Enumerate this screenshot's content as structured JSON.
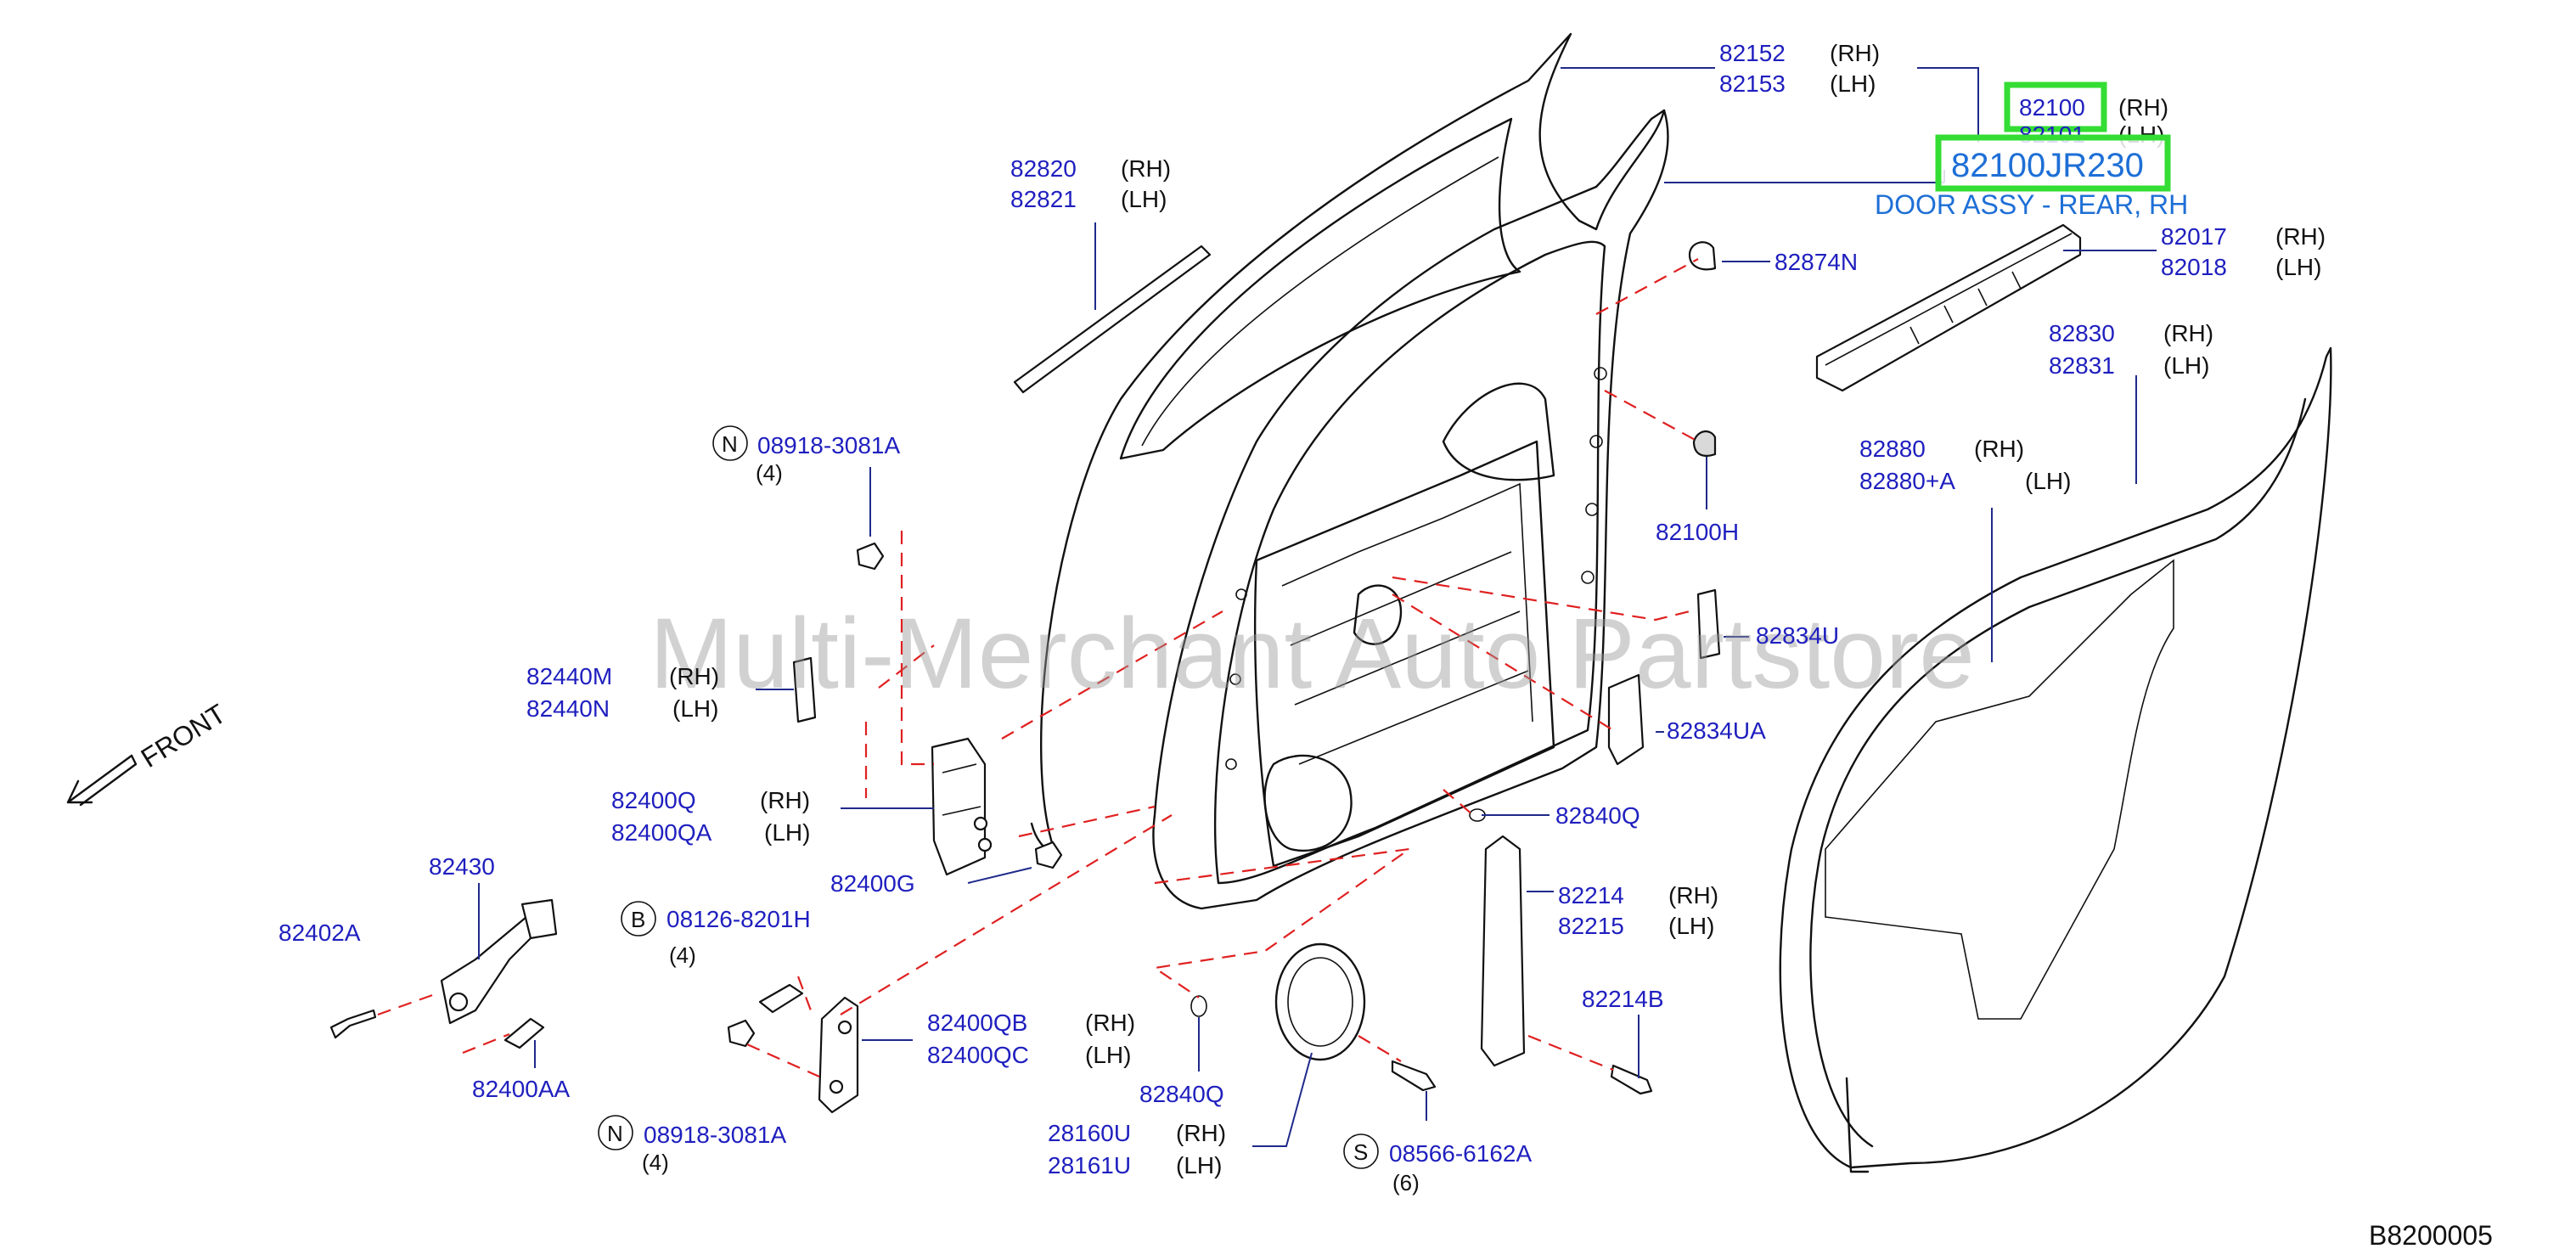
{
  "highlight": {
    "part_number": "82100JR230",
    "description": "DOOR ASSY - REAR, RH",
    "box_color": "#33dd33",
    "text_color": "#1e6fd6"
  },
  "diagram_code": "B8200005",
  "front_label": "FRONT",
  "watermark": "Multi-Merchant Auto Partstore",
  "callouts": [
    {
      "id": "82152",
      "parts": [
        "82152",
        "82153"
      ],
      "sides": [
        "(RH)",
        "(LH)"
      ]
    },
    {
      "id": "82100",
      "parts": [
        "82100",
        "82101"
      ],
      "sides": [
        "(RH)",
        "(LH)"
      ]
    },
    {
      "id": "82820",
      "parts": [
        "82820",
        "82821"
      ],
      "sides": [
        "(RH)",
        "(LH)"
      ]
    },
    {
      "id": "82874N",
      "parts": [
        "82874N"
      ],
      "sides": []
    },
    {
      "id": "82017",
      "parts": [
        "82017",
        "82018"
      ],
      "sides": [
        "(RH)",
        "(LH)"
      ]
    },
    {
      "id": "82830",
      "parts": [
        "82830",
        "82831"
      ],
      "sides": [
        "(RH)",
        "(LH)"
      ]
    },
    {
      "id": "82880",
      "parts": [
        "82880",
        "82880+A"
      ],
      "sides": [
        "(RH)",
        "(LH)"
      ]
    },
    {
      "id": "08918-top",
      "parts": [
        "08918-3081A"
      ],
      "sides": [],
      "badge": "N",
      "qty": "(4)"
    },
    {
      "id": "82100H",
      "parts": [
        "82100H"
      ],
      "sides": []
    },
    {
      "id": "82834U",
      "parts": [
        "82834U"
      ],
      "sides": []
    },
    {
      "id": "82440M",
      "parts": [
        "82440M",
        "82440N"
      ],
      "sides": [
        "(RH)",
        "(LH)"
      ]
    },
    {
      "id": "82834UA",
      "parts": [
        "82834UA"
      ],
      "sides": []
    },
    {
      "id": "82400Q",
      "parts": [
        "82400Q",
        "82400QA"
      ],
      "sides": [
        "(RH)",
        "(LH)"
      ]
    },
    {
      "id": "82840Q-a",
      "parts": [
        "82840Q"
      ],
      "sides": []
    },
    {
      "id": "82400G",
      "parts": [
        "82400G"
      ],
      "sides": []
    },
    {
      "id": "82430",
      "parts": [
        "82430"
      ],
      "sides": []
    },
    {
      "id": "08126",
      "parts": [
        "08126-8201H"
      ],
      "sides": [],
      "badge": "B",
      "qty": "(4)"
    },
    {
      "id": "82214",
      "parts": [
        "82214",
        "82215"
      ],
      "sides": [
        "(RH)",
        "(LH)"
      ]
    },
    {
      "id": "82402A",
      "parts": [
        "82402A"
      ],
      "sides": []
    },
    {
      "id": "82214B",
      "parts": [
        "82214B"
      ],
      "sides": []
    },
    {
      "id": "82400QB",
      "parts": [
        "82400QB",
        "82400QC"
      ],
      "sides": [
        "(RH)",
        "(LH)"
      ]
    },
    {
      "id": "82400AA",
      "parts": [
        "82400AA"
      ],
      "sides": []
    },
    {
      "id": "82840Q-b",
      "parts": [
        "82840Q"
      ],
      "sides": []
    },
    {
      "id": "08918-bot",
      "parts": [
        "08918-3081A"
      ],
      "sides": [],
      "badge": "N",
      "qty": "(4)"
    },
    {
      "id": "28160U",
      "parts": [
        "28160U",
        "28161U"
      ],
      "sides": [
        "(RH)",
        "(LH)"
      ]
    },
    {
      "id": "08566",
      "parts": [
        "08566-6162A"
      ],
      "sides": [],
      "badge": "S",
      "qty": "(6)"
    }
  ],
  "colors": {
    "part_number": "#1f1fbf",
    "leader_line": "#1f2a8a",
    "dashed_line": "#e02020",
    "line_art": "#111111",
    "watermark": "#9a9a9a"
  }
}
